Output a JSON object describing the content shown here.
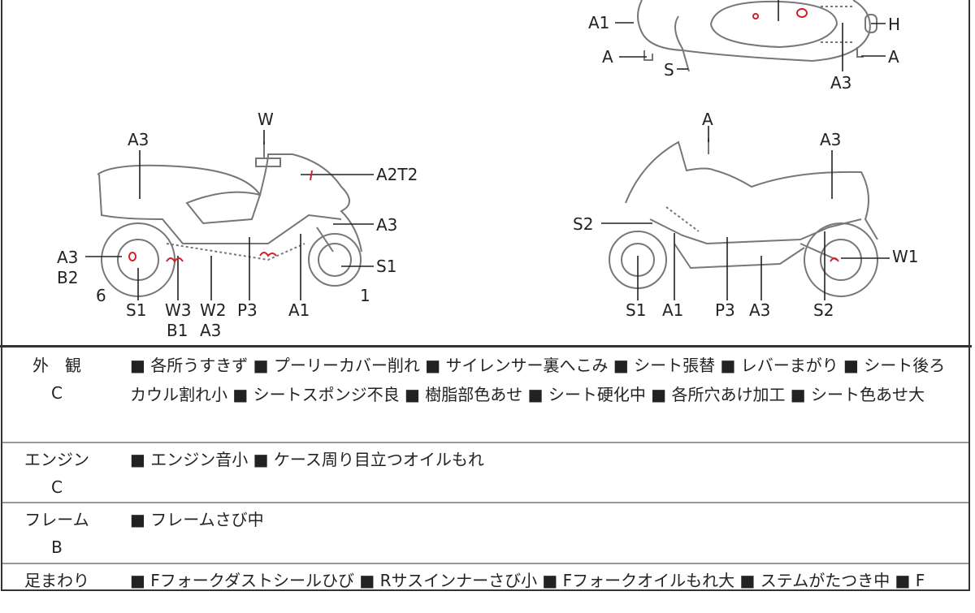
{
  "diagram": {
    "top_view_labels": [
      "A1",
      "A",
      "S",
      "A3",
      "H",
      "A"
    ],
    "left_view_labels": [
      "W",
      "A3",
      "A2T2",
      "A3",
      "A3",
      "B2",
      "6",
      "S1",
      "W3",
      "B1",
      "W2",
      "A3",
      "P3",
      "A1",
      "1",
      "S1"
    ],
    "right_view_labels": [
      "A",
      "A3",
      "S2",
      "W1",
      "S1",
      "A1",
      "P3",
      "A3",
      "S2"
    ],
    "mark_color": "#d0202a"
  },
  "sections": [
    {
      "category": "外　観",
      "grade": "C",
      "items": "■ 各所うすきず ■ プーリーカバー削れ ■ サイレンサー裏へこみ ■ シート張替 ■ レバーまがり ■ シート後ろカウル割れ小 ■ シートスポンジ不良 ■ 樹脂部色あせ ■ シート硬化中 ■ 各所穴あけ加工 ■ シート色あせ大"
    },
    {
      "category": "エンジン",
      "grade": "C",
      "items": "■ エンジン音小 ■ ケース周り目立つオイルもれ"
    },
    {
      "category": "フレーム",
      "grade": "B",
      "items": "■ フレームさび中"
    },
    {
      "category": "足まわり",
      "grade": "",
      "items": "■ Fフォークダストシールひび ■ Rサスインナーさび小 ■ Fフォークオイルもれ大 ■ ステムがたつき中 ■ F"
    }
  ]
}
